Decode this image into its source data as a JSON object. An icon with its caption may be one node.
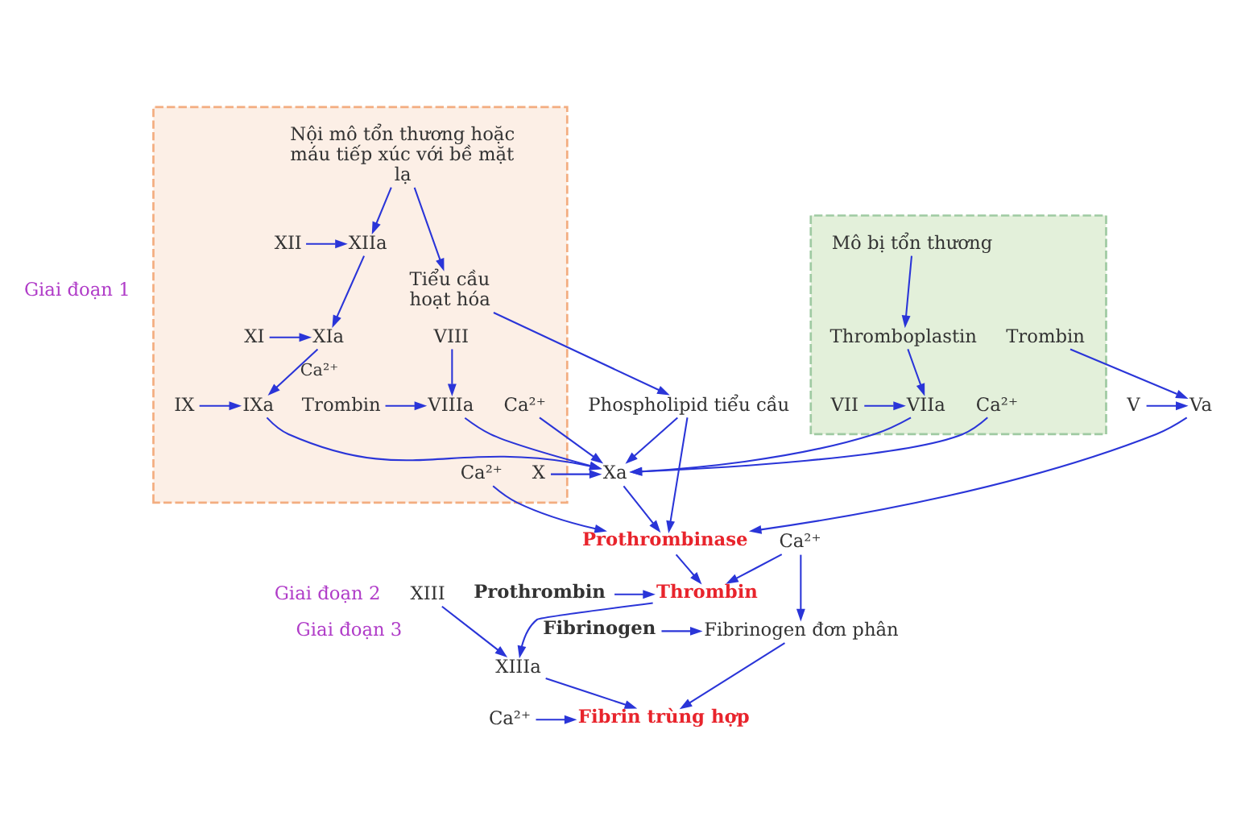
{
  "diagram": {
    "nodes": [
      {
        "text": [],
        "shape": "box"
      },
      {
        "text": [
          "Nội mô tổn thương hoặc máu tiếp xúc với bề mặt lạ"
        ],
        "in": 0
      },
      {
        "text": [
          "XII"
        ],
        "in": 0
      },
      {
        "text": [
          "XIIa"
        ],
        "in": 0
      },
      {
        "text": [
          "Tiểu cầu hoạt hóa"
        ],
        "in": 0
      },
      {
        "text": [
          "XI"
        ],
        "in": 0
      },
      {
        "text": [
          "XIa"
        ],
        "in": 0
      },
      {
        "text": [
          "IX"
        ],
        "in": 0
      },
      {
        "text": [
          "IXa"
        ],
        "in": 0
      },
      {
        "text": [
          "VIII"
        ],
        "in": 0
      },
      {
        "text": [
          "Trombin"
        ],
        "in": 0
      },
      {
        "text": [
          "VIIIa"
        ],
        "in": 0
      },
      {
        "text": [
          "Ca²⁺"
        ],
        "in": 0
      },
      {
        "text": [
          "X"
        ],
        "in": 0
      },
      {
        "text": [
          "Ca²⁺"
        ],
        "in": 0
      },
      {
        "text": [],
        "shape": "box"
      },
      {
        "text": [
          "Mô bị tổn thương"
        ],
        "in": 15
      },
      {
        "text": [
          "Thromboplastin"
        ],
        "in": 15
      },
      {
        "text": [
          "VIIa"
        ],
        "in": 15
      },
      {
        "text": [
          "VII"
        ],
        "in": 15
      },
      {
        "text": [
          "Ca²⁺"
        ],
        "in": 15
      },
      {
        "text": [
          "Trombin"
        ],
        "in": 15
      },
      {
        "text": [
          "Xa"
        ]
      },
      {
        "text": [
          "Phospholipid tiểu cầu"
        ]
      },
      {
        "text": [
          "Va"
        ]
      },
      {
        "text": [
          "V"
        ]
      },
      {
        "text": [
          "Prothrombinase"
        ]
      },
      {
        "text": [
          "Prothrombin"
        ]
      },
      {
        "text": [
          "Thrombin"
        ]
      },
      {
        "text": [
          "XIII"
        ]
      },
      {
        "text": [
          "XIIIa"
        ]
      },
      {
        "text": [
          "Ca²⁺"
        ]
      },
      {
        "text": [
          "Fibrinogen"
        ]
      },
      {
        "text": [
          "Fibrinogen đơn phân"
        ]
      },
      {
        "text": [
          "Ca²⁺"
        ]
      },
      {
        "text": [
          "Fibrin trùng hợp"
        ]
      }
    ],
    "edges": [
      {
        "from": 1,
        "to": 3,
        "arrow": "to"
      },
      {
        "from": 1,
        "to": 4,
        "arrow": "to"
      },
      {
        "from": 2,
        "to": 3,
        "arrow": "to"
      },
      {
        "from": 3,
        "to": 6,
        "arrow": "to"
      },
      {
        "from": 5,
        "to": 6,
        "arrow": "to"
      },
      {
        "from": 6,
        "to": 8,
        "arrow": "to",
        "label": "Ca²⁺"
      },
      {
        "from": 7,
        "to": 8,
        "arrow": "to"
      },
      {
        "from": 8,
        "to": 22,
        "arrow": "to"
      },
      {
        "from": 9,
        "to": 11,
        "arrow": "to"
      },
      {
        "from": 10,
        "to": 11,
        "arrow": "to"
      },
      {
        "from": 11,
        "to": 22,
        "arrow": "to"
      },
      {
        "from": 12,
        "to": 22,
        "arrow": "to"
      },
      {
        "from": 13,
        "to": 22,
        "arrow": "to"
      },
      {
        "from": 23,
        "to": 22,
        "arrow": "to"
      },
      {
        "from": 4,
        "to": 23,
        "arrow": "to"
      },
      {
        "from": 16,
        "to": 17,
        "arrow": "to"
      },
      {
        "from": 17,
        "to": 18,
        "arrow": "to"
      },
      {
        "from": 19,
        "to": 18,
        "arrow": "to"
      },
      {
        "from": 18,
        "to": 22,
        "arrow": "to"
      },
      {
        "from": 20,
        "to": 22,
        "arrow": "to"
      },
      {
        "from": 22,
        "to": 26,
        "arrow": "to"
      },
      {
        "from": 14,
        "to": 26,
        "arrow": "to"
      },
      {
        "from": 23,
        "to": 26,
        "arrow": "to"
      },
      {
        "from": 24,
        "to": 26,
        "arrow": "to"
      },
      {
        "from": 25,
        "to": 24,
        "arrow": "to"
      },
      {
        "from": 21,
        "to": 24,
        "arrow": "to"
      },
      {
        "from": 26,
        "to": 28,
        "arrow": "to"
      },
      {
        "from": 27,
        "to": 28,
        "arrow": "to"
      },
      {
        "from": 31,
        "to": 28,
        "arrow": "to"
      },
      {
        "from": 28,
        "to": 30,
        "arrow": "to"
      },
      {
        "from": 29,
        "to": 30,
        "arrow": "to"
      },
      {
        "from": 30,
        "to": 35,
        "arrow": "to"
      },
      {
        "from": 31,
        "to": 33,
        "arrow": "to"
      },
      {
        "from": 32,
        "to": 33,
        "arrow": "to"
      },
      {
        "from": 33,
        "to": 35,
        "arrow": "to"
      },
      {
        "from": 34,
        "to": 35,
        "arrow": "to"
      }
    ],
    "labels": [
      "Giai đoạn 1",
      "Giai đoạn 2",
      "Giai đoạn 3"
    ]
  }
}
